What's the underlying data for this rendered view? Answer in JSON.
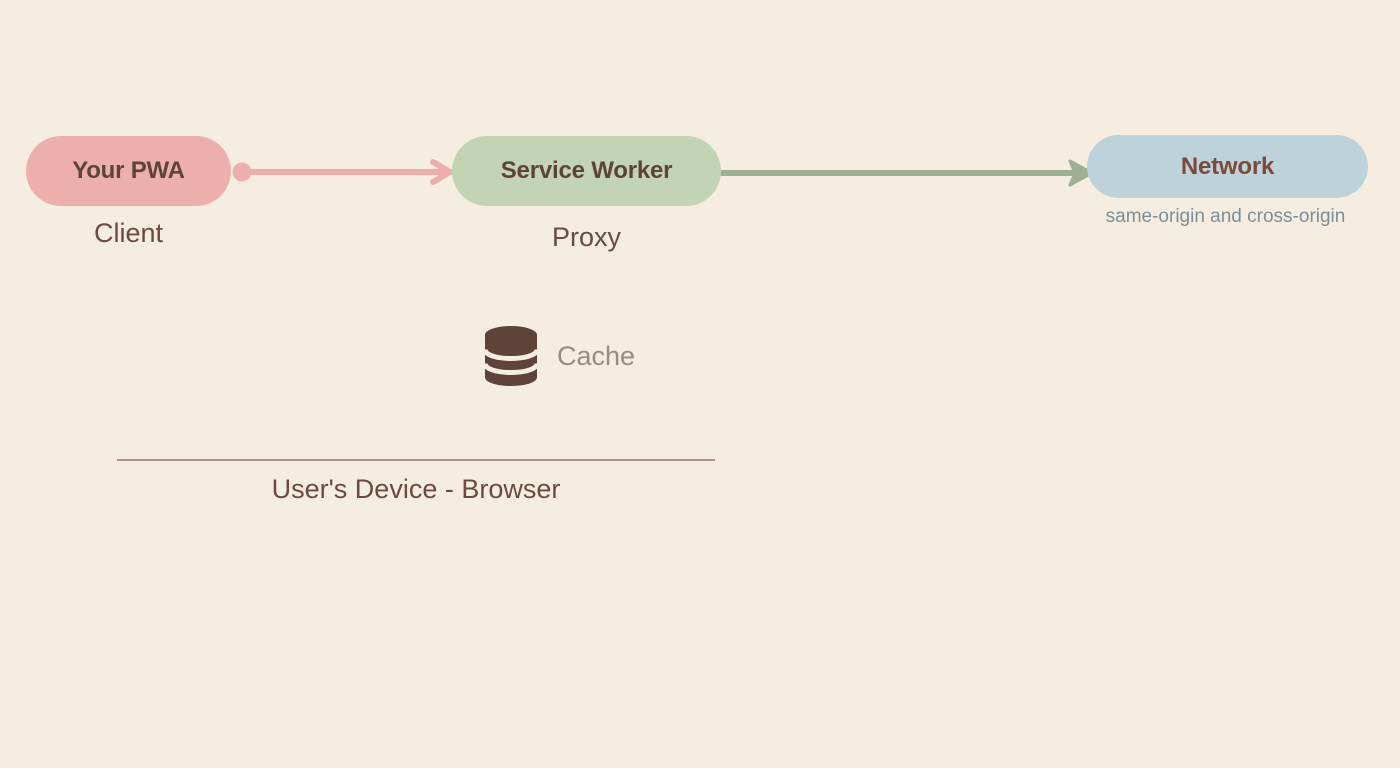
{
  "diagram": {
    "background_color": "#f5eee0",
    "nodes": [
      {
        "id": "pwa",
        "label": "Your PWA",
        "caption": "Client",
        "fill_color": "#edafac",
        "text_color": "#5e4338"
      },
      {
        "id": "service-worker",
        "label": "Service Worker",
        "caption": "Proxy",
        "fill_color": "#c2d4b4",
        "text_color": "#5e4338"
      },
      {
        "id": "network",
        "label": "Network",
        "caption": "same-origin and cross-origin",
        "fill_color": "#bdd2d9",
        "text_color": "#7a4a3c",
        "caption_color": "#7b8e99"
      }
    ],
    "connectors": [
      {
        "id": "pwa-to-service-worker",
        "from": "pwa",
        "to": "service-worker",
        "color": "#edafac",
        "start_marker": "dot",
        "end_marker": "open-arrow"
      },
      {
        "id": "service-worker-to-network",
        "from": "service-worker",
        "to": "network",
        "color": "#9fb092",
        "start_marker": "none",
        "end_marker": "filled-arrow"
      }
    ],
    "cache": {
      "icon": "database-icon",
      "label": "Cache",
      "icon_color": "#5e4338",
      "text_color": "#9a8a85"
    },
    "boundary": {
      "label": "User's Device - Browser",
      "line_color": "#ae9288",
      "text_color": "#6b4a3f"
    }
  }
}
